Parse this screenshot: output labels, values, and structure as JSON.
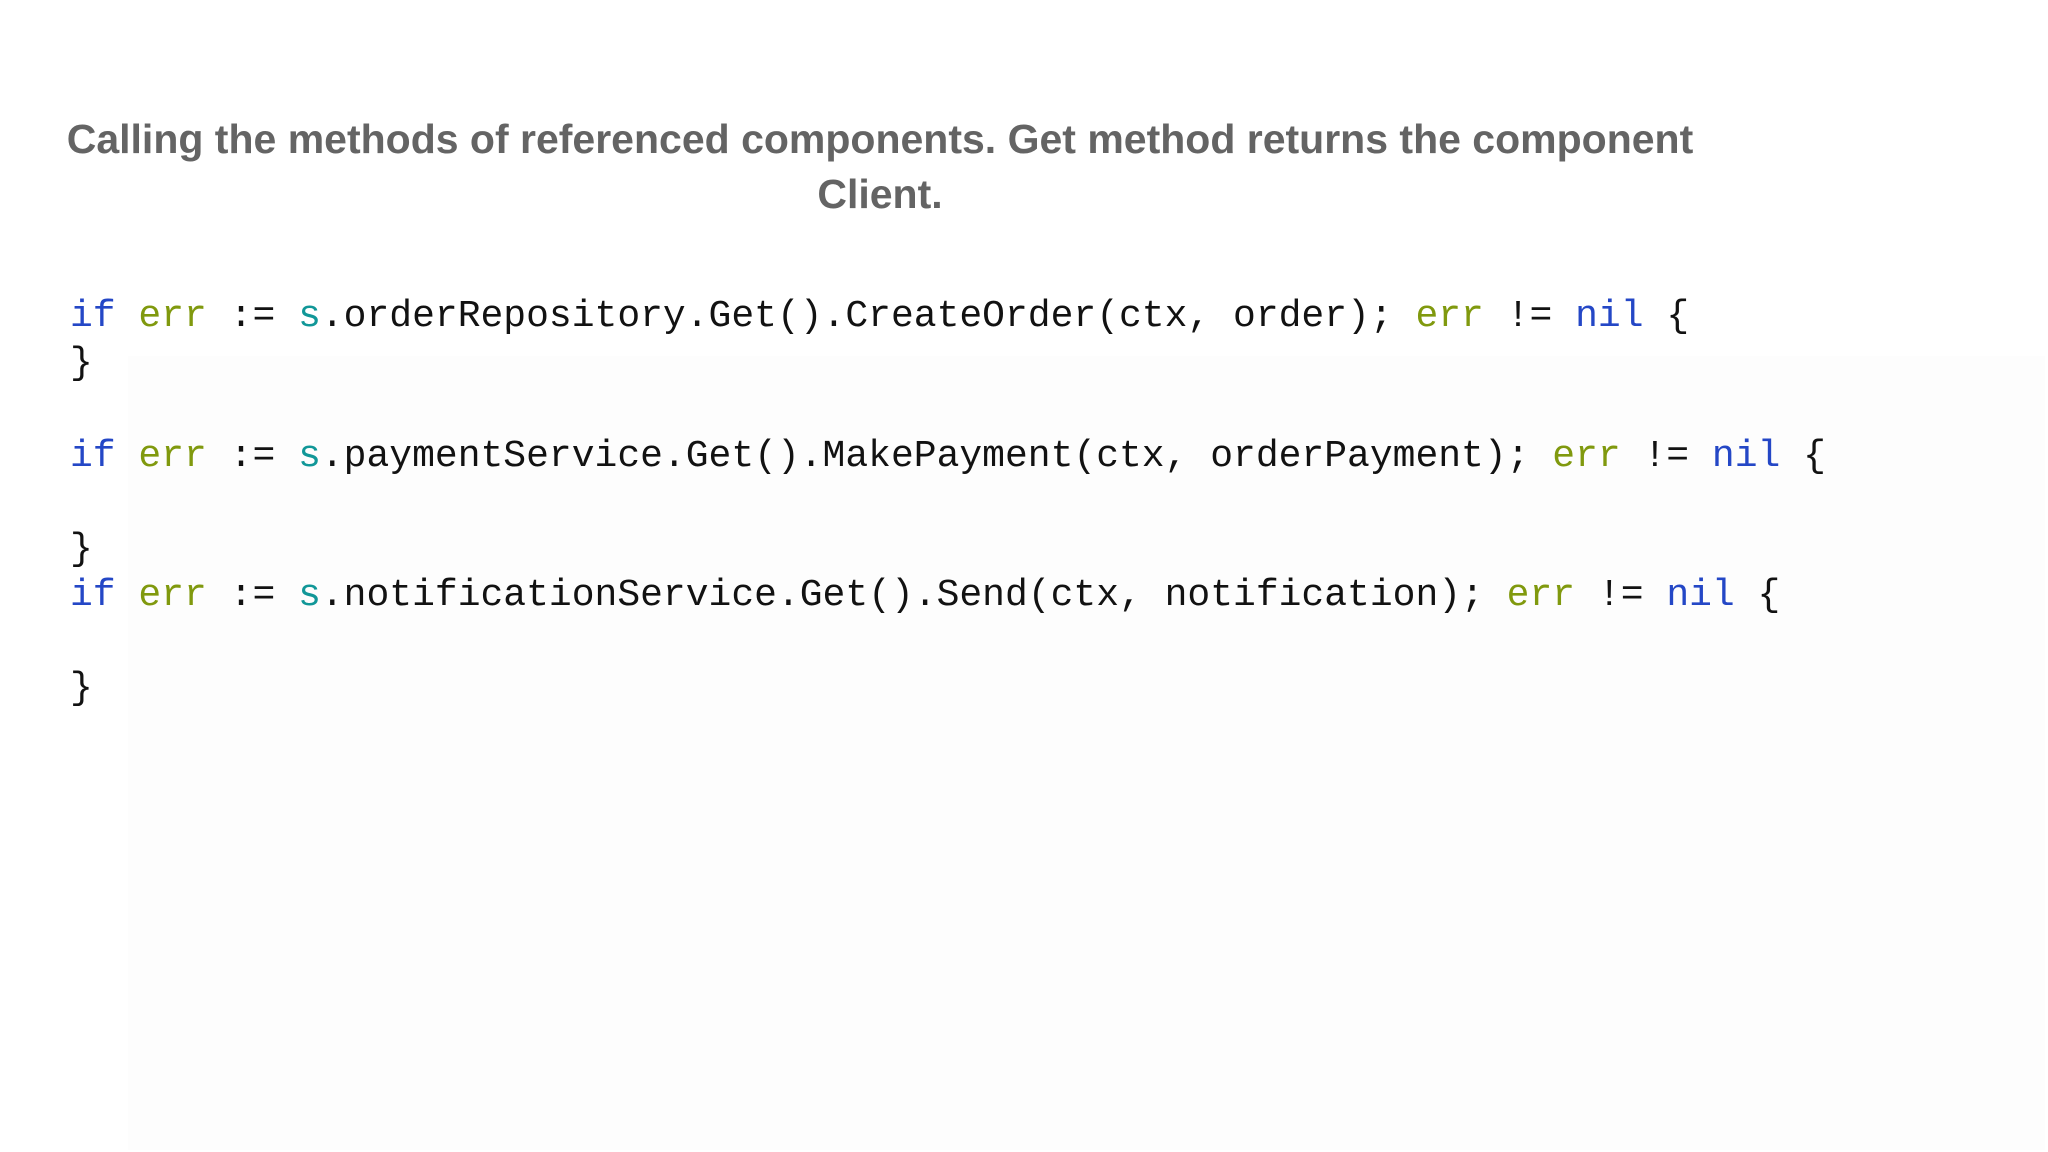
{
  "page": {
    "background": "#ffffff",
    "title": "Calling the methods of referenced components. Get method returns the component Client.",
    "title_color": "#646464"
  },
  "code": {
    "language": "go",
    "syntax_colors": {
      "keyword": "#2447c6",
      "variable": "#80990e",
      "receiver": "#119798",
      "plain": "#121212"
    },
    "lines": [
      {
        "tokens": [
          {
            "type": "keyword",
            "text": "if"
          },
          {
            "type": "plain",
            "text": " "
          },
          {
            "type": "variable",
            "text": "err"
          },
          {
            "type": "plain",
            "text": " := "
          },
          {
            "type": "receiver",
            "text": "s"
          },
          {
            "type": "plain",
            "text": ".orderRepository.Get().CreateOrder(ctx, order); "
          },
          {
            "type": "variable",
            "text": "err"
          },
          {
            "type": "plain",
            "text": " != "
          },
          {
            "type": "keyword",
            "text": "nil"
          },
          {
            "type": "plain",
            "text": " {"
          }
        ]
      },
      {
        "tokens": [
          {
            "type": "plain",
            "text": "}"
          }
        ]
      },
      {
        "tokens": []
      },
      {
        "tokens": [
          {
            "type": "keyword",
            "text": "if"
          },
          {
            "type": "plain",
            "text": " "
          },
          {
            "type": "variable",
            "text": "err"
          },
          {
            "type": "plain",
            "text": " := "
          },
          {
            "type": "receiver",
            "text": "s"
          },
          {
            "type": "plain",
            "text": ".paymentService.Get().MakePayment(ctx, orderPayment); "
          },
          {
            "type": "variable",
            "text": "err"
          },
          {
            "type": "plain",
            "text": " != "
          },
          {
            "type": "keyword",
            "text": "nil"
          },
          {
            "type": "plain",
            "text": " {"
          }
        ]
      },
      {
        "tokens": []
      },
      {
        "tokens": [
          {
            "type": "plain",
            "text": "}"
          }
        ]
      },
      {
        "tokens": [
          {
            "type": "keyword",
            "text": "if"
          },
          {
            "type": "plain",
            "text": " "
          },
          {
            "type": "variable",
            "text": "err"
          },
          {
            "type": "plain",
            "text": " := "
          },
          {
            "type": "receiver",
            "text": "s"
          },
          {
            "type": "plain",
            "text": ".notificationService.Get().Send(ctx, notification); "
          },
          {
            "type": "variable",
            "text": "err"
          },
          {
            "type": "plain",
            "text": " != "
          },
          {
            "type": "keyword",
            "text": "nil"
          },
          {
            "type": "plain",
            "text": " {"
          }
        ]
      },
      {
        "tokens": []
      },
      {
        "tokens": [
          {
            "type": "plain",
            "text": "}"
          }
        ]
      }
    ]
  }
}
